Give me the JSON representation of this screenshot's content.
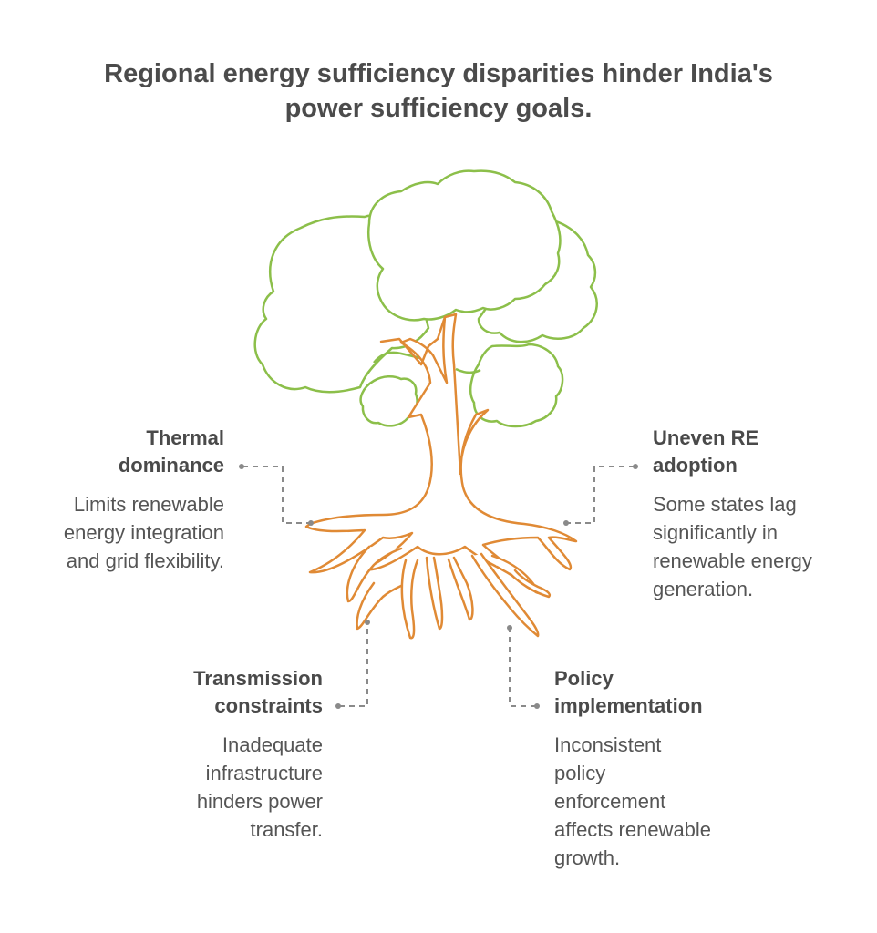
{
  "title": {
    "line1": "Regional energy sufficiency disparities hinder India's",
    "line2": "power sufficiency goals."
  },
  "colors": {
    "canopy": "#8cbf4a",
    "trunk": "#e08a35",
    "connector": "#8a8a8a",
    "text": "#4a4a4a"
  },
  "items": [
    {
      "id": "thermal",
      "heading": [
        "Thermal",
        "dominance"
      ],
      "description": [
        "Limits renewable",
        "energy integration",
        "and grid flexibility."
      ]
    },
    {
      "id": "uneven-re",
      "heading": [
        "Uneven RE",
        "adoption"
      ],
      "description": [
        "Some states lag",
        "significantly in",
        "renewable energy",
        "generation."
      ]
    },
    {
      "id": "transmission",
      "heading": [
        "Transmission",
        "constraints"
      ],
      "description": [
        "Inadequate",
        "infrastructure",
        "hinders power",
        "transfer."
      ]
    },
    {
      "id": "policy",
      "heading": [
        "Policy",
        "implementation"
      ],
      "description": [
        "Inconsistent",
        "policy",
        "enforcement",
        "affects renewable",
        "growth."
      ]
    }
  ]
}
